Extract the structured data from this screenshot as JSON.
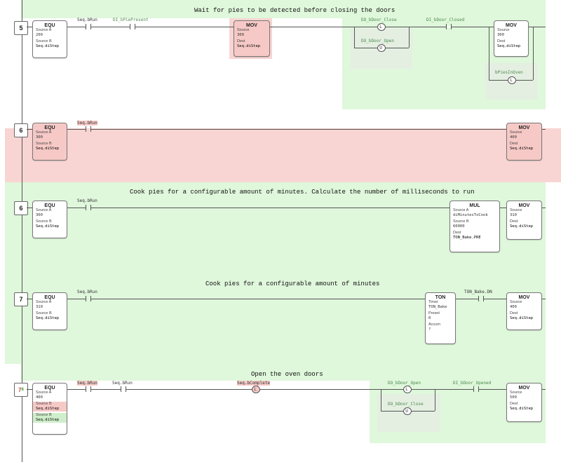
{
  "rungs": [
    {
      "number": "5",
      "comment": "Wait for pies to be detected before closing the doors",
      "equ": {
        "title": "EQU",
        "src_a_label": "Source A",
        "src_a": "200",
        "src_b_label": "Source B",
        "src_b": "Seq.diStep"
      },
      "tags": [
        "Seq.bRun",
        "DI_bPiePresent",
        "DO_bDoor_Close",
        "DO_bDoor_Open",
        "DI_bDoor_Closed",
        "bPiesInOven"
      ],
      "coils": [
        "L",
        "U",
        "L"
      ],
      "mov1": {
        "title": "MOV",
        "src_label": "Source",
        "src": "300",
        "dest_label": "Dest",
        "dest": "Seq.diStep"
      },
      "mov2": {
        "title": "MOV",
        "src_label": "Source",
        "src": "300",
        "dest_label": "Dest",
        "dest": "Seq.diStep"
      }
    },
    {
      "number": "6",
      "equ": {
        "title": "EQU",
        "src_a_label": "Source A",
        "src_a": "300",
        "src_b_label": "Source B",
        "src_b": "Seq.diStep"
      },
      "tags": [
        "Seq.bRun"
      ],
      "mov": {
        "title": "MOV",
        "src_label": "Source",
        "src": "400",
        "dest_label": "Dest",
        "dest": "Seq.diStep"
      }
    },
    {
      "number": "6",
      "comment": "Cook pies for a configurable amount of minutes. Calculate the number of milliseconds to run",
      "equ": {
        "title": "EQU",
        "src_a_label": "Source A",
        "src_a": "300",
        "src_b_label": "Source B",
        "src_b": "Seq.diStep"
      },
      "tags": [
        "Seq.bRun"
      ],
      "mul": {
        "title": "MUL",
        "src_a_label": "Source A",
        "src_a": "diMinutesToCook",
        "src_b_label": "Source B",
        "src_b": "60000",
        "dest_label": "Dest",
        "dest": "TON_Bake.PRE"
      },
      "mov": {
        "title": "MOV",
        "src_label": "Source",
        "src": "310",
        "dest_label": "Dest",
        "dest": "Seq.diStep"
      }
    },
    {
      "number": "7",
      "comment": "Cook pies for a configurable amount of minutes",
      "equ": {
        "title": "EQU",
        "src_a_label": "Source A",
        "src_a": "310",
        "src_b_label": "Source B",
        "src_b": "Seq.diStep"
      },
      "tags": [
        "Seq.bRun",
        "TON_Bake.DN"
      ],
      "ton": {
        "title": "TON",
        "timer_label": "Timer",
        "timer": "TON_Bake",
        "preset_label": "Preset",
        "preset": "0",
        "accum_label": "Accum",
        "accum": "?"
      },
      "mov": {
        "title": "MOV",
        "src_label": "Source",
        "src": "400",
        "dest_label": "Dest",
        "dest": "Seq.diStep"
      }
    },
    {
      "number": "7",
      "number_alt": "8",
      "comment": "Open the oven doors",
      "equ": {
        "title": "EQU",
        "src_a_label": "Source A",
        "src_a": "400",
        "src_b_label": "Source B",
        "src_b": "Seq.diStep",
        "src_b2_label": "Source B",
        "src_b2": "Seq.diStep"
      },
      "tags": [
        "Seq.bRun",
        "Seq.bRun",
        "Seq.bComplete",
        "DO_bDoor_Open",
        "DO_bDoor_Close",
        "DI_bDoor_Opened"
      ],
      "coils": [
        "L",
        "L",
        "U"
      ],
      "mov": {
        "title": "MOV",
        "src_label": "Source",
        "src": "500",
        "dest_label": "Dest",
        "dest": "Seq.diStep"
      }
    }
  ],
  "colors": {
    "added": "#dff7db",
    "removed": "#f8d5d3",
    "wire": "#555555"
  }
}
